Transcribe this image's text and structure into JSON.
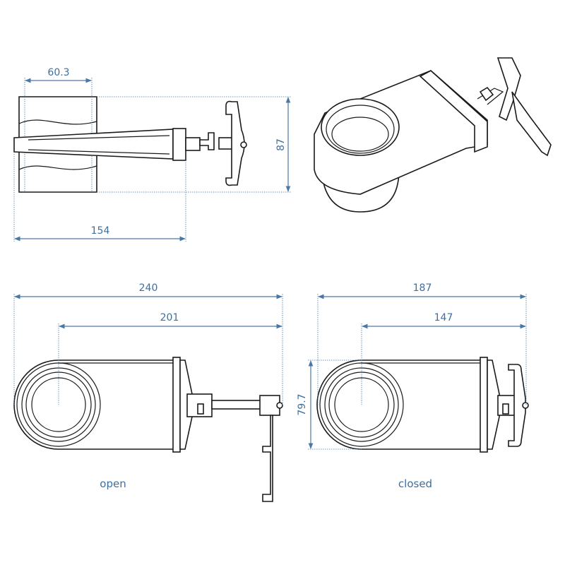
{
  "dimensions": {
    "pipe_diameter": "60.3",
    "height": "87",
    "handle_length": "154",
    "open_total_length": "240",
    "open_center_to_end": "201",
    "closed_total_length": "187",
    "closed_center_to_end": "147",
    "body_width": "79.7"
  },
  "labels": {
    "open": "open",
    "closed": "closed"
  },
  "colors": {
    "dimension": "#4a78a6",
    "outline": "#1a1a1a"
  }
}
